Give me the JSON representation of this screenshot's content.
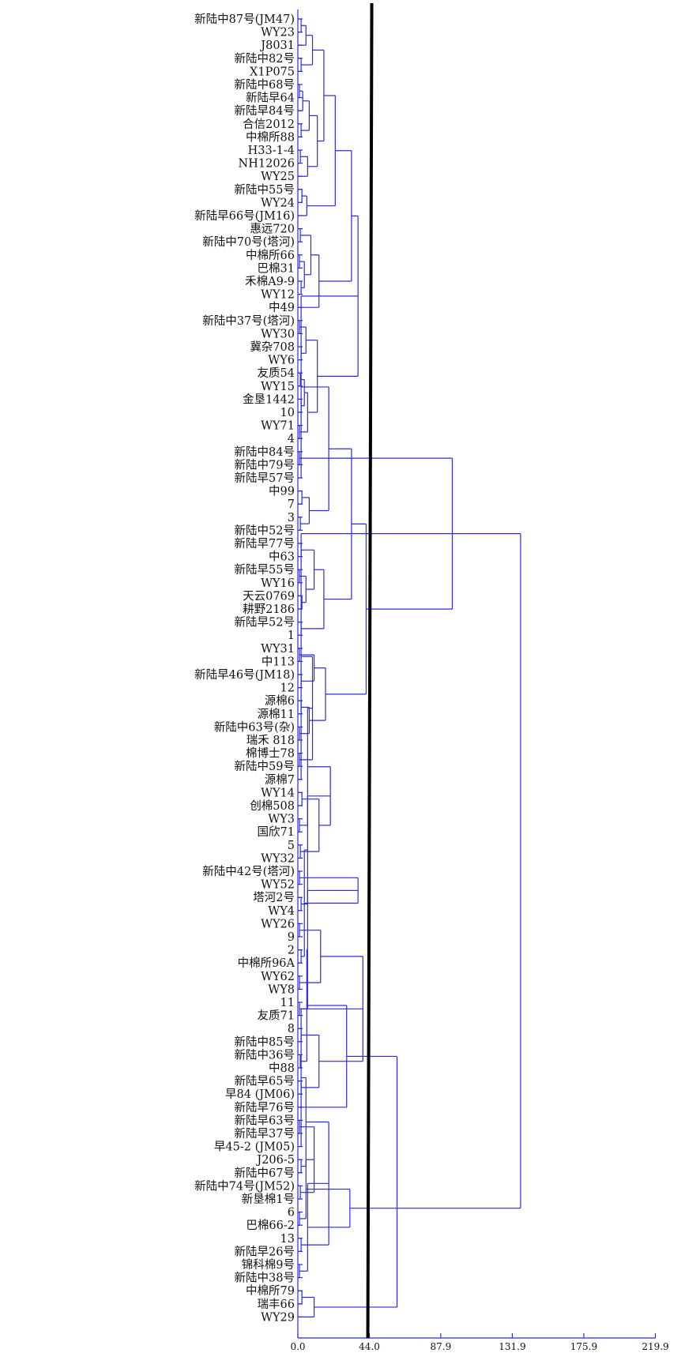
{
  "chart_data": {
    "type": "dendrogram",
    "orientation": "horizontal",
    "leaves": [
      "新陆中87号(JM47)",
      "WY23",
      "J8031",
      "新陆中82号",
      "X1P075",
      "新陆中68号",
      "新陆早64",
      "新陆早84号",
      "合信2012",
      "中棉所88",
      "H33-1-4",
      "NH12026",
      "WY25",
      "新陆中55号",
      "WY24",
      "新陆早66号(JM16)",
      "惠远720",
      "新陆中70号(塔河)",
      "中棉所66",
      "巴棉31",
      "禾棉A9-9",
      "WY12",
      "中49",
      "新陆中37号(塔河)",
      "WY30",
      "冀杂708",
      "WY6",
      "友质54",
      "WY15",
      "金垦1442",
      "10",
      "WY71",
      "4",
      "新陆中84号",
      "新陆中79号",
      "新陆早57号",
      "中99",
      "7",
      "3",
      "新陆中52号",
      "新陆早77号",
      "中63",
      "新陆早55号",
      "WY16",
      "天云0769",
      "耕野2186",
      "新陆早52号",
      "1",
      "WY31",
      "中113",
      "新陆早46号(JM18)",
      "12",
      "源棉6",
      "源棉11",
      "新陆中63号(杂)",
      "瑞禾 818",
      "棉博士78",
      "新陆中59号",
      "源棉7",
      "WY14",
      "创棉508",
      "WY3",
      "国欣71",
      "5",
      "WY32",
      "新陆中42号(塔河)",
      "WY52",
      "塔河2号",
      "WY4",
      "WY26",
      "9",
      "2",
      "中棉所96A",
      "WY62",
      "WY8",
      "11",
      "友质71",
      "8",
      "新陆中85号",
      "新陆中36号",
      "中88",
      "新陆早65号",
      "早84 (JM06)",
      "新陆早76号",
      "新陆早63号",
      "新陆早37号",
      "早45-2 (JM05)",
      "J206-5",
      "新陆中67号",
      "新陆中74号(JM52)",
      "新垦棉1号",
      "6",
      "巴棉66-2",
      "13",
      "新陆早26号",
      "锦科棉9号",
      "新陆中38号",
      "中棉所79",
      "瑞丰66",
      "WY29"
    ],
    "x_ticks": [
      "0.0",
      "44.0",
      "87.9",
      "131.9",
      "175.9",
      "219.9"
    ],
    "xlim": [
      0,
      219.9
    ],
    "cut_threshold": 44.0,
    "merges": [
      [
        0,
        1,
        2.0
      ],
      [
        100,
        2,
        5.0
      ],
      [
        3,
        4,
        2.0
      ],
      [
        101,
        102,
        9.0
      ],
      [
        5,
        6,
        1.0
      ],
      [
        104,
        7,
        3.0
      ],
      [
        8,
        9,
        2.0
      ],
      [
        105,
        106,
        7.0
      ],
      [
        10,
        11,
        1.5
      ],
      [
        108,
        12,
        6.0
      ],
      [
        107,
        109,
        12.0
      ],
      [
        103,
        110,
        16.0
      ],
      [
        13,
        14,
        2.5
      ],
      [
        112,
        15,
        5.5
      ],
      [
        111,
        113,
        23.0
      ],
      [
        16,
        17,
        1.5
      ],
      [
        18,
        19,
        1.0
      ],
      [
        20,
        21,
        2.0
      ],
      [
        116,
        117,
        4.0
      ],
      [
        115,
        118,
        8.0
      ],
      [
        119,
        22,
        13.0
      ],
      [
        114,
        120,
        33.0
      ],
      [
        23,
        24,
        1.0
      ],
      [
        25,
        26,
        2.0
      ],
      [
        122,
        123,
        5.0
      ],
      [
        27,
        28,
        1.5
      ],
      [
        29,
        30,
        2.0
      ],
      [
        125,
        126,
        4.0
      ],
      [
        31,
        32,
        1.0
      ],
      [
        127,
        128,
        6.0
      ],
      [
        124,
        129,
        12.0
      ],
      [
        121,
        130,
        37.0
      ],
      [
        33,
        34,
        1.0
      ],
      [
        131,
        35,
        2.0
      ],
      [
        36,
        37,
        2.5
      ],
      [
        38,
        39,
        1.5
      ],
      [
        134,
        135,
        7.0
      ],
      [
        133,
        136,
        19.0
      ],
      [
        40,
        41,
        2.0
      ],
      [
        42,
        43,
        1.0
      ],
      [
        44,
        45,
        2.5
      ],
      [
        139,
        140,
        5.0
      ],
      [
        138,
        141,
        10.0
      ],
      [
        46,
        47,
        2.0
      ],
      [
        142,
        143,
        16.0
      ],
      [
        137,
        144,
        33.0
      ],
      [
        48,
        49,
        1.0
      ],
      [
        50,
        51,
        2.0
      ],
      [
        146,
        147,
        10.0
      ],
      [
        52,
        53,
        2.0
      ],
      [
        54,
        55,
        1.0
      ],
      [
        149,
        150,
        7.0
      ],
      [
        148,
        151,
        17.0
      ],
      [
        145,
        152,
        42.0
      ],
      [
        132,
        153,
        95.0
      ],
      [
        56,
        57,
        1.0
      ],
      [
        154,
        58,
        2.0
      ],
      [
        59,
        60,
        2.5
      ],
      [
        155,
        156,
        9.0
      ],
      [
        61,
        62,
        1.0
      ],
      [
        63,
        64,
        1.5
      ],
      [
        158,
        159,
        6.0
      ],
      [
        157,
        160,
        13.0
      ],
      [
        65,
        66,
        1.0
      ],
      [
        161,
        162,
        20.0
      ],
      [
        67,
        68,
        2.0
      ],
      [
        69,
        70,
        1.0
      ],
      [
        164,
        165,
        6.0
      ],
      [
        71,
        72,
        2.0
      ],
      [
        73,
        74,
        1.0
      ],
      [
        167,
        168,
        4.0
      ],
      [
        166,
        169,
        14.0
      ],
      [
        163,
        170,
        37.0
      ],
      [
        75,
        76,
        1.0
      ],
      [
        77,
        78,
        2.0
      ],
      [
        172,
        173,
        6.0
      ],
      [
        79,
        80,
        1.5
      ],
      [
        81,
        82,
        2.0
      ],
      [
        175,
        176,
        5.5
      ],
      [
        174,
        177,
        13.0
      ],
      [
        178,
        83,
        30.0
      ],
      [
        171,
        179,
        40.0
      ],
      [
        84,
        85,
        1.0
      ],
      [
        181,
        86,
        2.0
      ],
      [
        87,
        88,
        2.0
      ],
      [
        89,
        90,
        1.5
      ],
      [
        183,
        184,
        5.0
      ],
      [
        182,
        185,
        10.0
      ],
      [
        91,
        92,
        1.0
      ],
      [
        93,
        94,
        2.0
      ],
      [
        187,
        188,
        5.0
      ],
      [
        186,
        189,
        19.0
      ],
      [
        95,
        96,
        1.0
      ],
      [
        97,
        98,
        2.5
      ],
      [
        191,
        192,
        6.0
      ],
      [
        193,
        99,
        10.0
      ],
      [
        190,
        194,
        32.0
      ],
      [
        180,
        195,
        61.0
      ],
      [
        154,
        196,
        137.0
      ]
    ]
  }
}
